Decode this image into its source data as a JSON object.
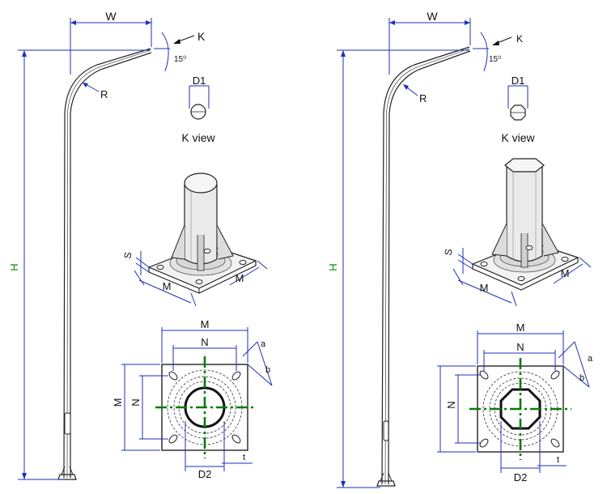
{
  "left": {
    "labels": {
      "width": "W",
      "radius": "R",
      "height": "H",
      "angle": "15⁰",
      "view_arrow": "K",
      "d1": "D1",
      "kview": "K view",
      "s": "S",
      "m_iso": "M",
      "m_iso2": "M",
      "m_top": "M",
      "n_top": "N",
      "m_side": "M",
      "n_side": "N",
      "a": "a",
      "b": "b",
      "t": "t",
      "d2": "D2"
    }
  },
  "right": {
    "labels": {
      "width": "W",
      "radius": "R",
      "height": "H",
      "angle": "15⁰",
      "view_arrow": "K",
      "d1": "D1",
      "kview": "K view",
      "s": "S",
      "m_iso": "M",
      "m_iso2": "M",
      "m_top": "M",
      "n_top": "N",
      "n_side": "N",
      "a": "a",
      "b": "b",
      "t": "t",
      "d2": "D2"
    }
  },
  "colors": {
    "dimension": "#1f2fb8",
    "centerline": "#0a7a0a",
    "outline": "#222222"
  }
}
